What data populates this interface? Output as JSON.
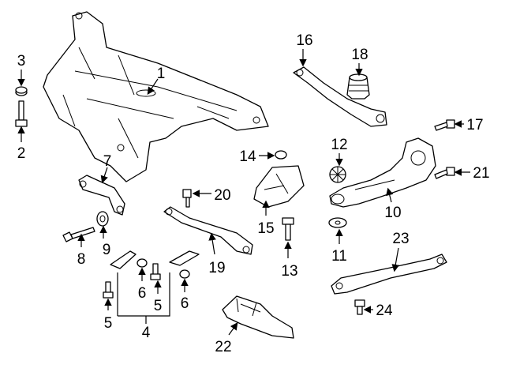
{
  "diagram": {
    "type": "exploded parts diagram",
    "callouts": {
      "c1": "1",
      "c2": "2",
      "c3": "3",
      "c4": "4",
      "c5a": "5",
      "c5b": "5",
      "c6a": "6",
      "c6b": "6",
      "c7": "7",
      "c8": "8",
      "c9": "9",
      "c10": "10",
      "c11": "11",
      "c12": "12",
      "c13": "13",
      "c14": "14",
      "c15": "15",
      "c16": "16",
      "c17": "17",
      "c18": "18",
      "c19": "19",
      "c20": "20",
      "c21": "21",
      "c22": "22",
      "c23": "23",
      "c24": "24"
    }
  }
}
